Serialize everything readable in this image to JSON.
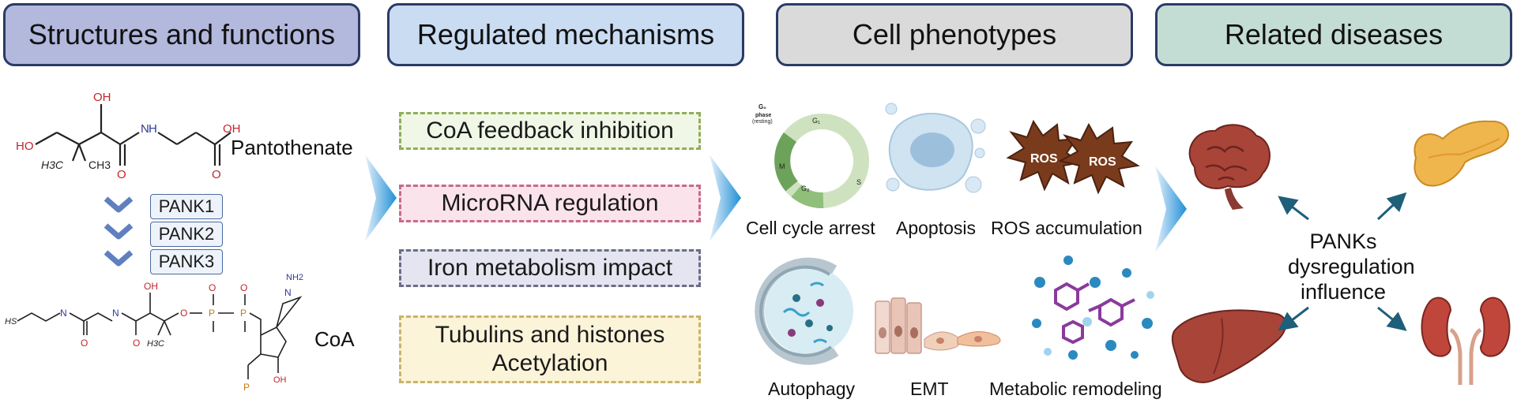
{
  "headers": [
    {
      "label": "Structures and functions",
      "color": "#b3b8dd"
    },
    {
      "label": "Regulated mechanisms",
      "color": "#c9dcf2"
    },
    {
      "label": "Cell phenotypes",
      "color": "#dadada"
    },
    {
      "label": "Related diseases",
      "color": "#c4ddd4"
    }
  ],
  "structures": {
    "pantothenate": "Pantothenate",
    "coa": "CoA",
    "enzymes": [
      "PANK1",
      "PANK2",
      "PANK3"
    ],
    "atoms": {
      "oh": "OH",
      "ho": "HO",
      "nh": "N",
      "h": "H",
      "o": "O",
      "h3c": "H3C",
      "ch3": "CH3",
      "hs": "HS",
      "nh2": "NH2",
      "p": "P",
      "n": "N"
    }
  },
  "mechanisms": [
    {
      "label": "CoA feedback inhibition",
      "border": "#8fae5a",
      "fill": "#f1f7e6"
    },
    {
      "label": "MicroRNA regulation",
      "border": "#c66a8c",
      "fill": "#fbe3ec"
    },
    {
      "label": "Iron metabolism impact",
      "border": "#6c6c86",
      "fill": "#e5e5f1"
    },
    {
      "label": "Tubulins and histones\nAcetylation",
      "border": "#c9b46a",
      "fill": "#fbf4d9"
    }
  ],
  "phenotypes": {
    "cell_cycle": "Cell cycle arrest",
    "apoptosis": "Apoptosis",
    "ros_accumulation": "ROS accumulation",
    "autophagy": "Autophagy",
    "emt": "EMT",
    "metabolic": "Metabolic remodeling",
    "ros_badge": "ROS",
    "phases": {
      "g0": "G₀",
      "g0_sub": "phase",
      "resting": "(resting)",
      "g1": "G₁",
      "s": "S",
      "g2": "G₂",
      "m": "M"
    }
  },
  "diseases": {
    "center_line1": "PANKs",
    "center_line2": "dysregulation",
    "center_line3": "influence"
  },
  "colors": {
    "arrow": "#1f8fd6",
    "disease_arrow": "#1e5f7a",
    "organ_red": "#a94438",
    "pancreas": "#f0b64e"
  }
}
